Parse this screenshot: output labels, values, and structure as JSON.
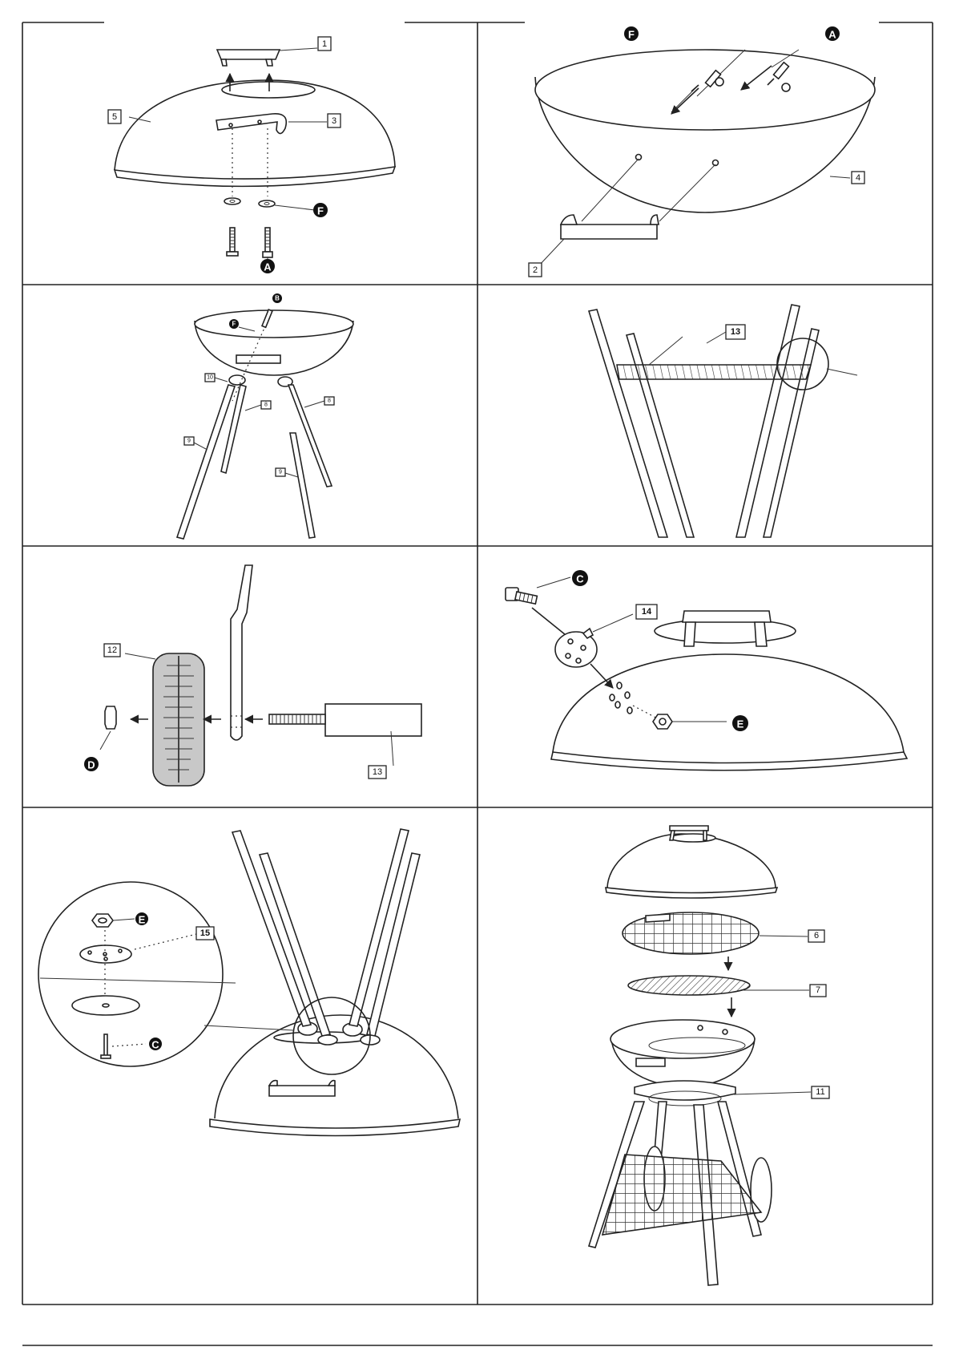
{
  "parts": {
    "p1": "1",
    "p2": "2",
    "p3": "3",
    "p4": "4",
    "p5": "5",
    "p6": "6",
    "p7": "7",
    "p8": "8",
    "p9": "9",
    "p10": "10",
    "p11": "11",
    "p12": "12",
    "p13": "13",
    "p14": "14",
    "p15": "15"
  },
  "hardware": {
    "A": "A",
    "B": "B",
    "C": "C",
    "D": "D",
    "E": "E",
    "F": "F"
  }
}
